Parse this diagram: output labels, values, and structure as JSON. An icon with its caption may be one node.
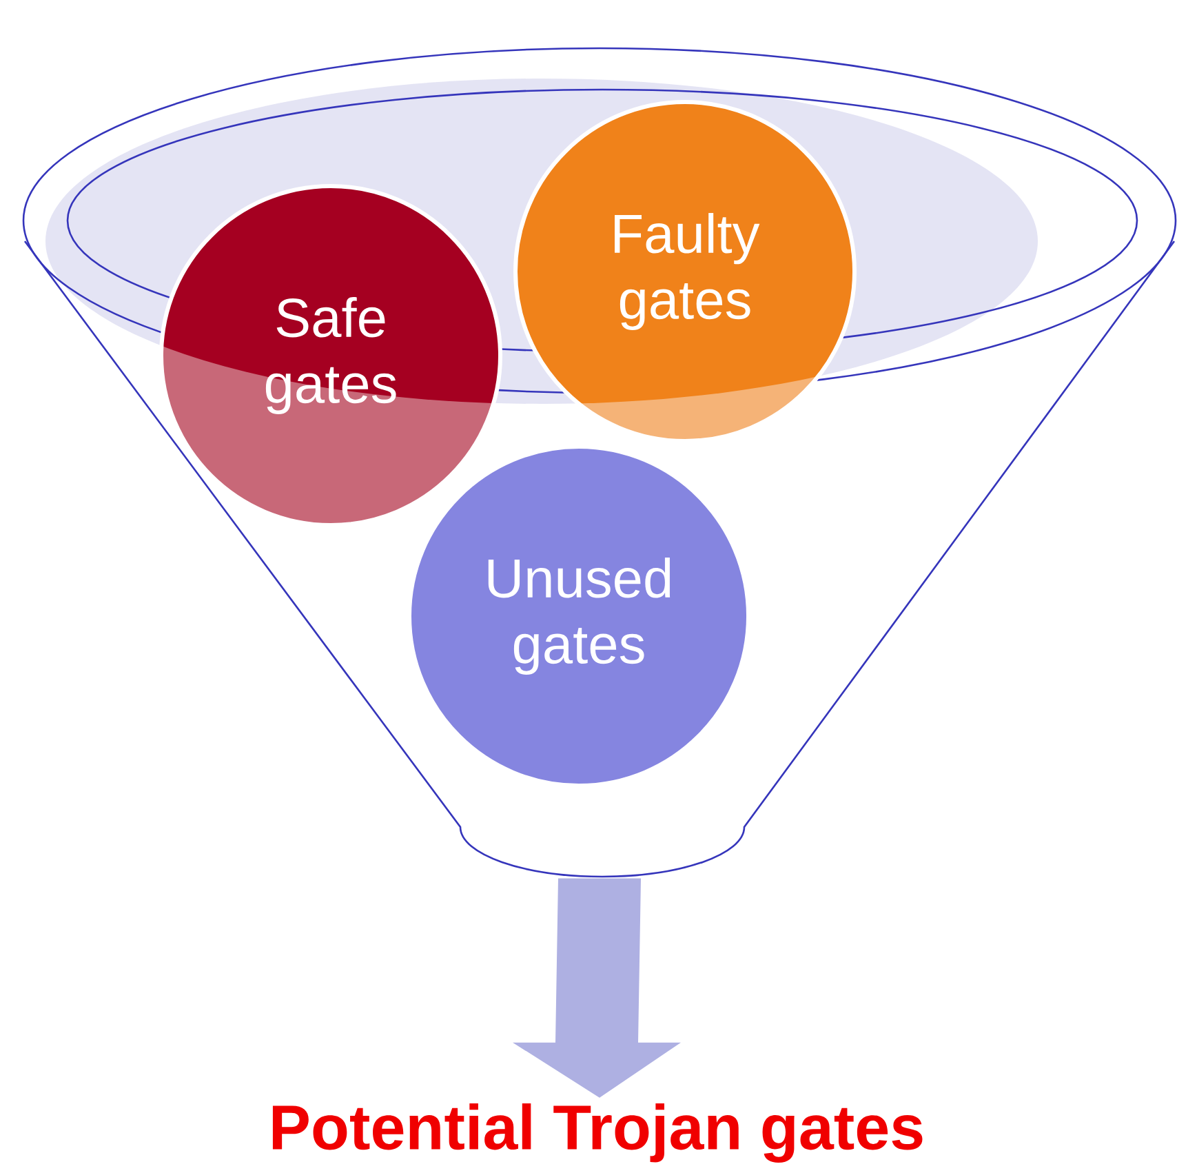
{
  "diagram": {
    "nodes": [
      {
        "text": [],
        "shape": "funnel"
      },
      {
        "text": [
          "Safe gates"
        ],
        "in": 0
      },
      {
        "text": [
          "Faulty gates"
        ],
        "in": 0
      },
      {
        "text": [
          "Unused gates"
        ],
        "in": 0
      },
      {
        "text": [
          "Potential Trojan gates"
        ]
      }
    ],
    "edges": [
      {
        "from": 0,
        "to": 4,
        "arrow": "to",
        "style": "thick"
      }
    ]
  }
}
